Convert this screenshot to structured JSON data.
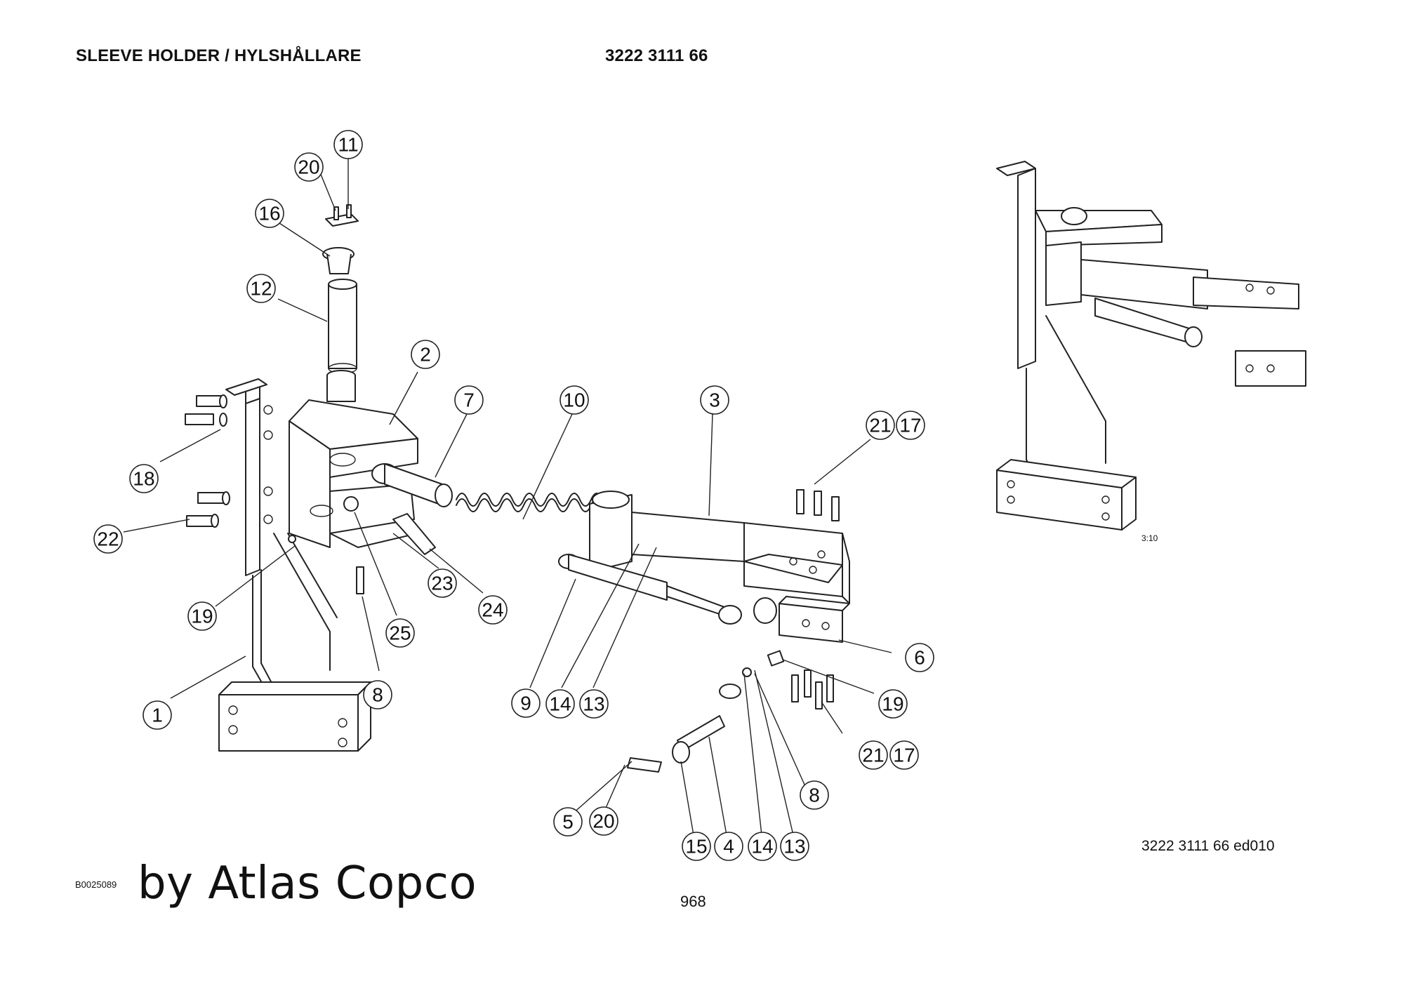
{
  "header": {
    "title": "SLEEVE HOLDER / HYLSHÅLLARE",
    "part_number": "3222 3111 66"
  },
  "footer": {
    "document_ref": "3222 3111 66 ed010",
    "page_number": "968",
    "image_ref": "B0025089",
    "brand": "by Atlas Copco"
  },
  "inset": {
    "scale_label": "3:10"
  },
  "callouts": [
    {
      "label": "11"
    },
    {
      "label": "20"
    },
    {
      "label": "16"
    },
    {
      "label": "12"
    },
    {
      "label": "2"
    },
    {
      "label": "7"
    },
    {
      "label": "10"
    },
    {
      "label": "3"
    },
    {
      "label": "21"
    },
    {
      "label": "17"
    },
    {
      "label": "18"
    },
    {
      "label": "22"
    },
    {
      "label": "23"
    },
    {
      "label": "24"
    },
    {
      "label": "19"
    },
    {
      "label": "25"
    },
    {
      "label": "8"
    },
    {
      "label": "1"
    },
    {
      "label": "9"
    },
    {
      "label": "14"
    },
    {
      "label": "13"
    },
    {
      "label": "6"
    },
    {
      "label": "19"
    },
    {
      "label": "21"
    },
    {
      "label": "17"
    },
    {
      "label": "8"
    },
    {
      "label": "5"
    },
    {
      "label": "20"
    },
    {
      "label": "15"
    },
    {
      "label": "4"
    },
    {
      "label": "14"
    },
    {
      "label": "13"
    }
  ]
}
